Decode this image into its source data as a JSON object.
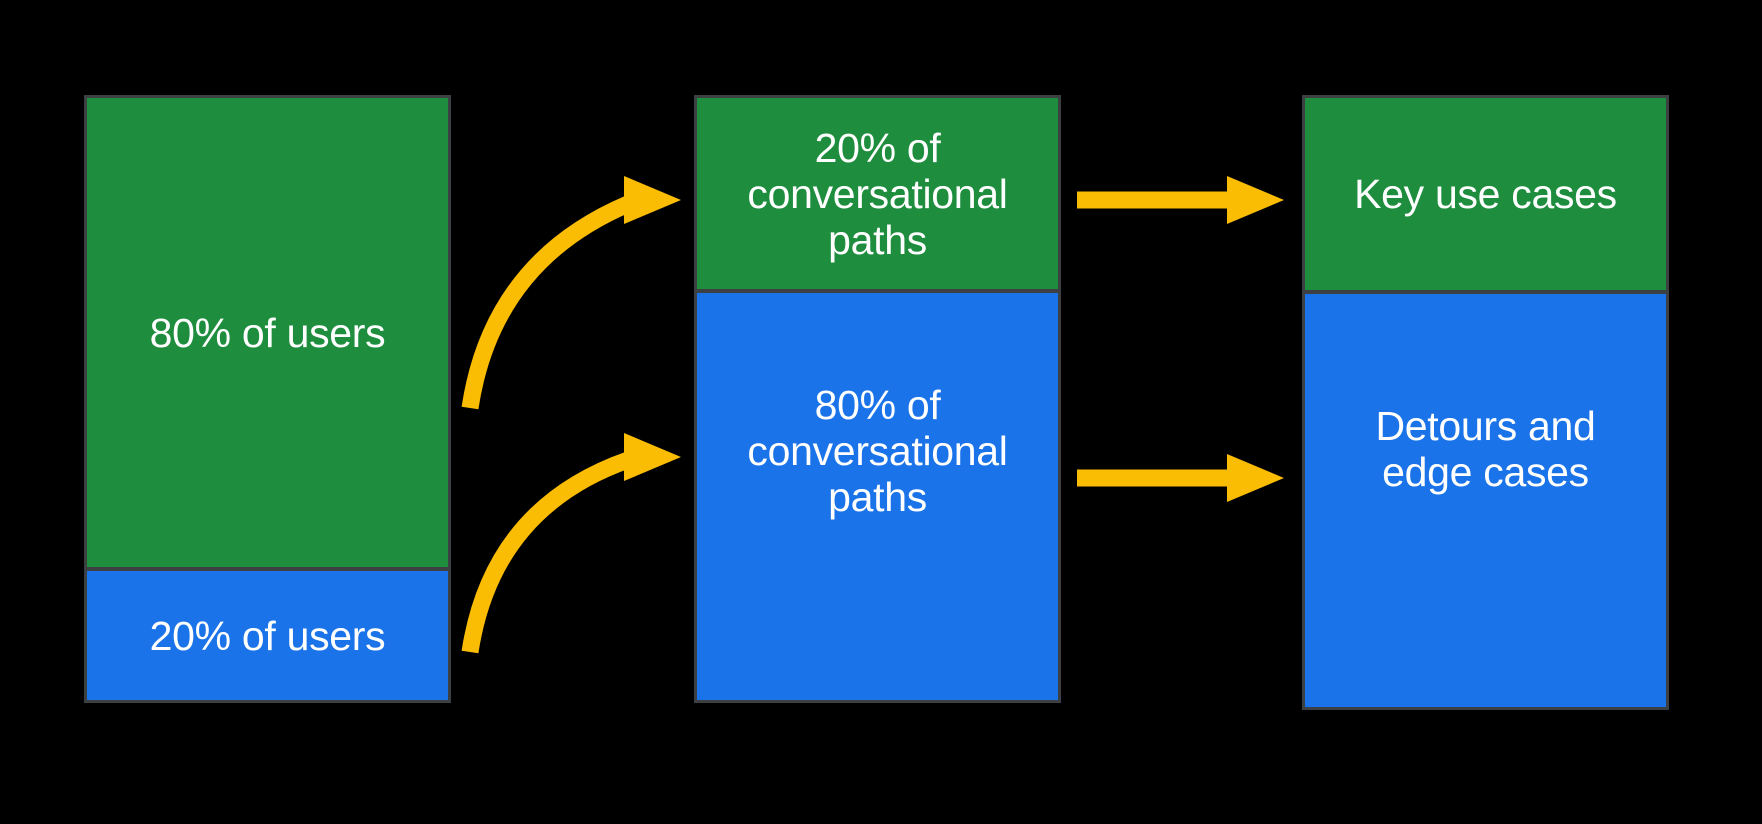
{
  "diagram": {
    "background": "#000000",
    "colors": {
      "green": "#1e8e3e",
      "blue": "#1a73e8",
      "arrow_yellow": "#fbbc04",
      "bar_border": "#3c4043",
      "text": "#ffffff"
    },
    "bars": [
      {
        "name": "users",
        "segments": [
          {
            "color": "green",
            "share_pct": 80,
            "lines": [
              "80% of users"
            ]
          },
          {
            "color": "blue",
            "share_pct": 20,
            "lines": [
              "20% of users"
            ]
          }
        ]
      },
      {
        "name": "conversational-paths",
        "segments": [
          {
            "color": "green",
            "share_pct": 20,
            "lines": [
              "20% of",
              "conversational",
              "paths"
            ]
          },
          {
            "color": "blue",
            "share_pct": 80,
            "lines": [
              "80% of",
              "conversational",
              "paths"
            ]
          }
        ]
      },
      {
        "name": "outcomes",
        "segments": [
          {
            "color": "green",
            "lines": [
              "Key use cases"
            ]
          },
          {
            "color": "blue",
            "lines": [
              "Detours and",
              "edge cases"
            ]
          }
        ]
      }
    ],
    "arrows": [
      {
        "name": "curved-arrow-top",
        "from": "80% of users",
        "to": "20% of conversational paths"
      },
      {
        "name": "curved-arrow-bottom",
        "from": "20% of users",
        "to": "80% of conversational paths"
      },
      {
        "name": "straight-arrow-top",
        "from": "20% of conversational paths",
        "to": "Key use cases"
      },
      {
        "name": "straight-arrow-bottom",
        "from": "80% of conversational paths",
        "to": "Detours and edge cases"
      }
    ]
  }
}
